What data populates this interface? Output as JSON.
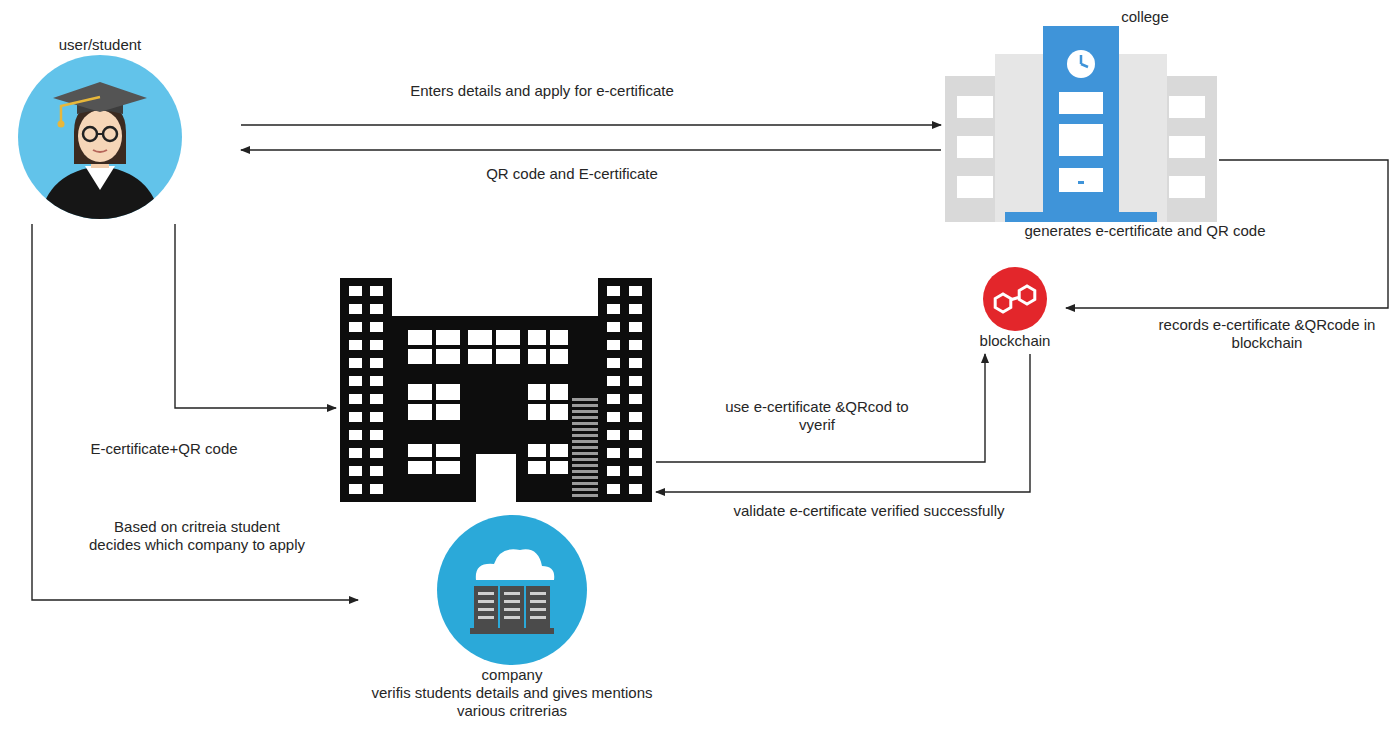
{
  "diagram": {
    "nodes": [
      {
        "text": [
          "user/student"
        ]
      },
      {
        "text": [
          "college",
          "generates e-certificate and QR code"
        ]
      },
      {
        "text": [
          "blockchain"
        ]
      },
      {
        "text": []
      },
      {
        "text": [
          "company",
          "verifis students details and gives mentions various critrerias"
        ]
      }
    ],
    "edges": [
      {
        "from": 0,
        "to": 1,
        "arrow": "to",
        "label": "Enters details and apply for e-certificate"
      },
      {
        "from": 1,
        "to": 0,
        "arrow": "to",
        "label": "QR code and E-certificate"
      },
      {
        "from": 1,
        "to": 2,
        "arrow": "to",
        "label": "records e-certificate &QRcode in blockchain"
      },
      {
        "from": 3,
        "to": 2,
        "arrow": "to",
        "label": "use e-certificate &QRcod to vyerif"
      },
      {
        "from": 2,
        "to": 3,
        "arrow": "to",
        "label": "validate e-certificate verified successfully"
      },
      {
        "from": 0,
        "to": 3,
        "arrow": "to",
        "label": "E-certificate+QR code"
      },
      {
        "from": 0,
        "to": 4,
        "arrow": "to",
        "label": "Based on critreia student decides which company to apply"
      }
    ]
  }
}
